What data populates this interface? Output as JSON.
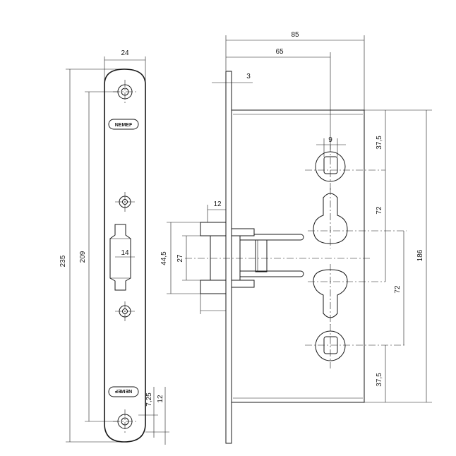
{
  "brand": {
    "logo_text": "NEMEF"
  },
  "faceplate_dims": {
    "width": "24",
    "total_height": "235",
    "hole_spacing": "209",
    "slot_width": "14",
    "hole_offset": "7,25",
    "hole_edge": "12"
  },
  "body_dims": {
    "overall_depth": "85",
    "backset": "65",
    "plate_thickness": "3",
    "spindle_square": "9",
    "top_offset": "37,5",
    "cyl_distance_upper": "72",
    "cyl_distance_lower": "72",
    "bottom_offset": "37,5",
    "case_height": "186"
  },
  "latch_dims": {
    "latch_width": "12",
    "latch_height": "27",
    "bolt_height": "44,5"
  }
}
